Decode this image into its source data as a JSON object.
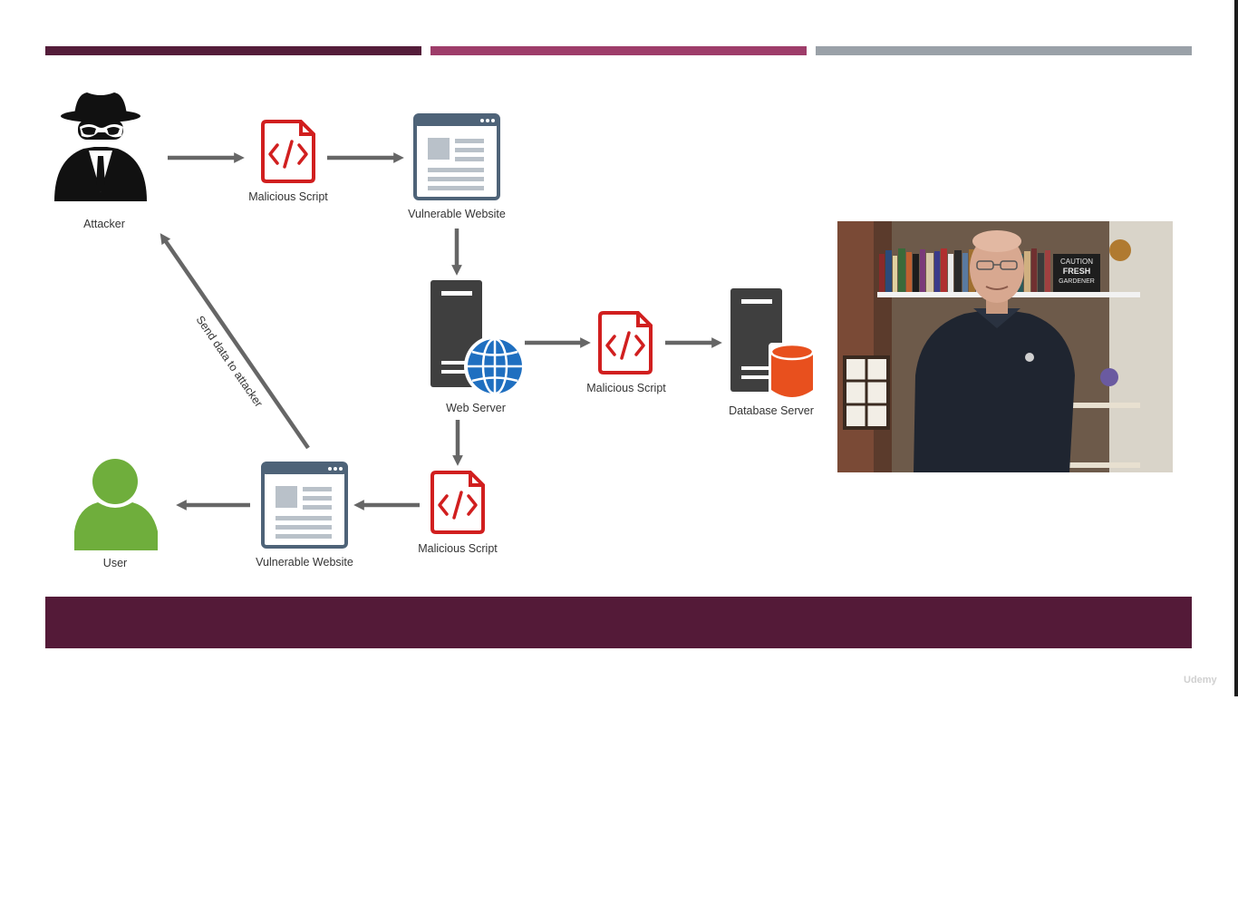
{
  "nodes": {
    "attacker": "Attacker",
    "malicious_script_1": "Malicious Script",
    "vulnerable_website_1": "Vulnerable Website",
    "web_server": "Web Server",
    "malicious_script_2": "Malicious Script",
    "database_server": "Database Server",
    "malicious_script_3": "Malicious Script",
    "vulnerable_website_2": "Vulnerable Website",
    "user": "User"
  },
  "edges": {
    "send_data_label": "Send data to attacker"
  },
  "video": {
    "poster_text_1": "CAUTION",
    "poster_text_2": "FRESH",
    "poster_text_3": "GARDENER"
  },
  "watermark": "Udemy",
  "colors": {
    "bar_dark": "#541d3a",
    "bar_mid": "#9e3d6a",
    "bar_grey": "#9aa1a8",
    "script_red": "#d11f1f",
    "globe_blue": "#1f6fc0",
    "db_orange": "#e8501e",
    "user_green": "#6fae3c",
    "server_dark": "#3f3f3f",
    "arrow_grey": "#666666"
  }
}
